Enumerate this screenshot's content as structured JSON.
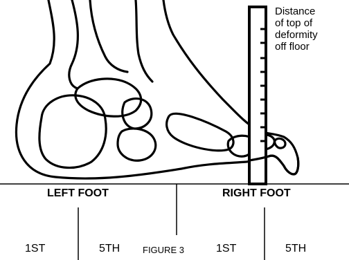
{
  "ruler_label": [
    "Distance",
    "of top of",
    "deformity",
    "off floor"
  ],
  "left_foot": {
    "heading": "LEFT FOOT",
    "col_1": "1ST",
    "col_2": "5TH"
  },
  "right_foot": {
    "heading": "RIGHT FOOT",
    "col_1": "1ST",
    "col_2": "5TH"
  },
  "figure_caption": "FIGURE 3",
  "colors": {
    "ink": "#000000",
    "paper": "#ffffff"
  },
  "icons": [
    "foot-skeleton-illustration",
    "measuring-ruler"
  ]
}
